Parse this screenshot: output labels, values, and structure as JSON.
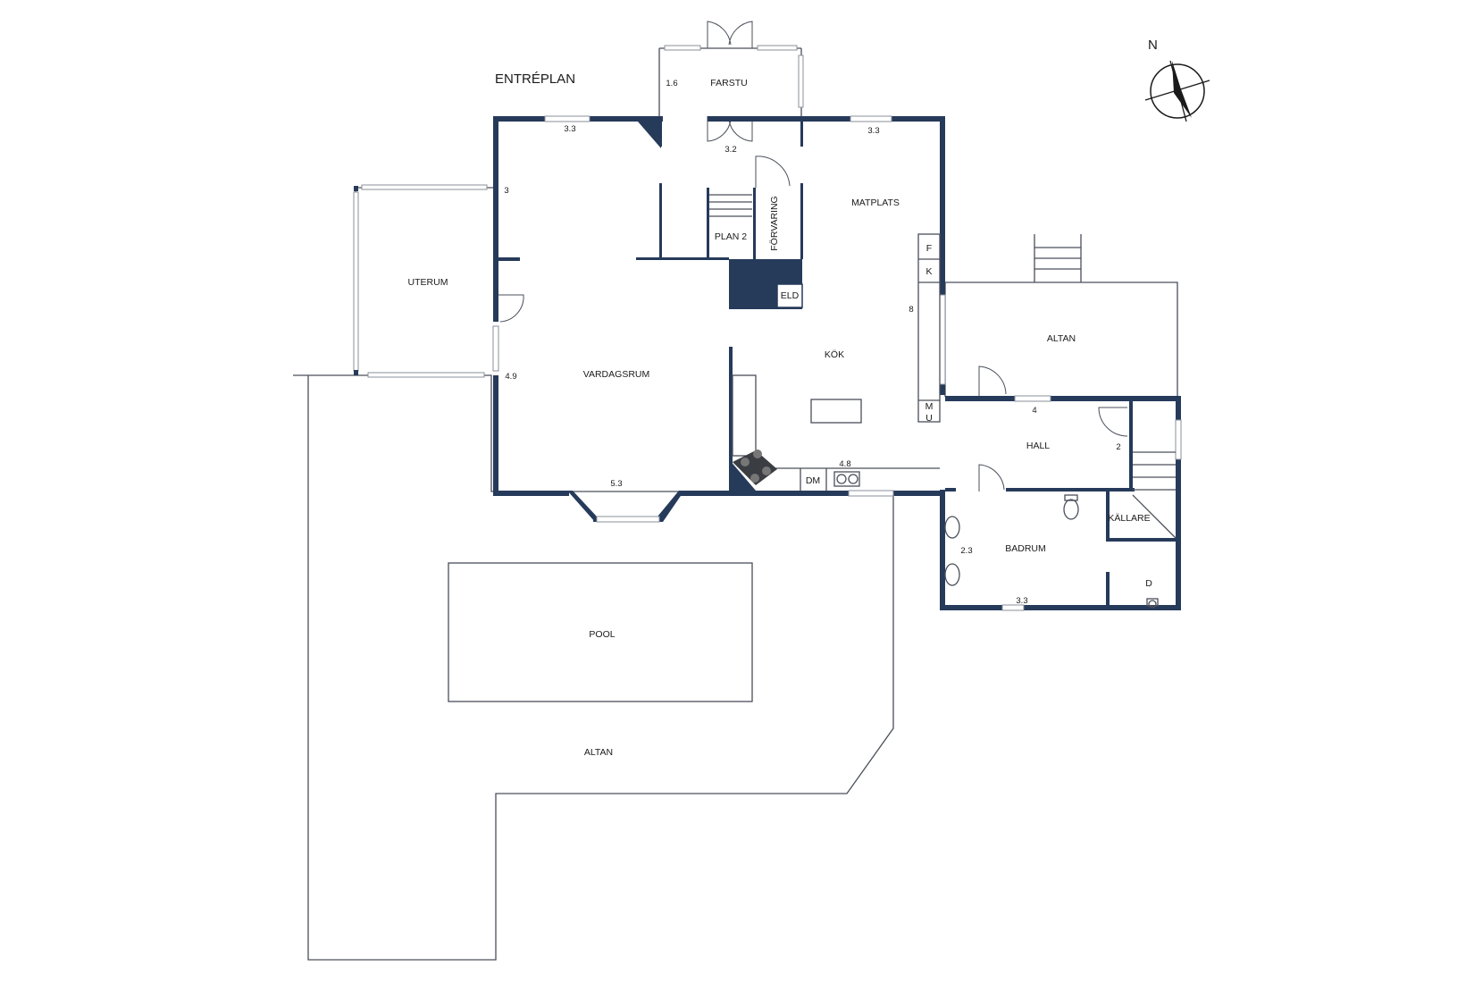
{
  "title": "ENTRÉPLAN",
  "compass": {
    "label": "N"
  },
  "rooms": {
    "farstu": "FARSTU",
    "matplats": "MATPLATS",
    "uterum": "UTERUM",
    "plan2": "PLAN 2",
    "forvaring": "FÖRVARING",
    "eld": "ELD",
    "kok": "KÖK",
    "vardagsrum": "VARDAGSRUM",
    "altan_ost": "ALTAN",
    "hall": "HALL",
    "kallare": "KÄLLARE",
    "badrum": "BADRUM",
    "d": "D",
    "pool": "POOL",
    "altan_syd": "ALTAN",
    "dm": "DM",
    "f": "F",
    "k": "K",
    "mu": "M\nU"
  },
  "dimensions": {
    "farstu_w": "1.6",
    "top_left": "3.3",
    "farstu_door": "3.2",
    "top_right": "3.3",
    "uterum_side": "3",
    "kok_side": "8",
    "vardagsrum_side": "4.9",
    "vardagsrum_bottom": "5.3",
    "kok_bottom": "4.8",
    "hall_top": "4",
    "hall_side": "2",
    "badrum_side": "2.3",
    "badrum_bottom": "3.3"
  }
}
